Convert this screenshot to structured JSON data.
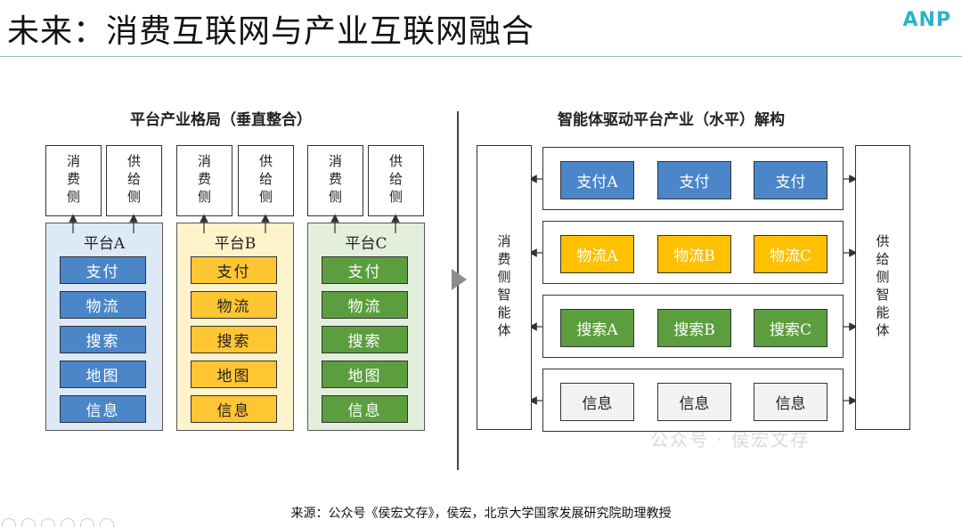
{
  "header": {
    "title": "未来：消费互联网与产业互联网融合",
    "logo_text": "ANP"
  },
  "left": {
    "title": "平台产业格局（垂直整合）",
    "platforms": [
      {
        "name": "平台A",
        "consumer_label": "消费侧",
        "supplier_label": "供给侧",
        "bg_color": "#dde9f6",
        "item_color": "#4a86c8",
        "text_color": "#ffffff",
        "items": [
          "支付",
          "物流",
          "搜索",
          "地图",
          "信息"
        ]
      },
      {
        "name": "平台B",
        "consumer_label": "消费侧",
        "supplier_label": "供给侧",
        "bg_color": "#fff3cc",
        "item_color": "#ffc634",
        "text_color": "#222222",
        "items": [
          "支付",
          "物流",
          "搜索",
          "地图",
          "信息"
        ]
      },
      {
        "name": "平台C",
        "consumer_label": "消费侧",
        "supplier_label": "供给侧",
        "bg_color": "#e3efdc",
        "item_color": "#5c9e3f",
        "text_color": "#ffffff",
        "items": [
          "支付",
          "物流",
          "搜索",
          "地图",
          "信息"
        ]
      }
    ]
  },
  "right": {
    "title": "智能体驱动平台产业（水平）解构",
    "consumer_agent": "消费侧智能体",
    "supplier_agent": "供给侧智能体",
    "rows": [
      {
        "items": [
          "支付A",
          "支付",
          "支付"
        ],
        "color": "#4a86c8",
        "text_color": "#ffffff"
      },
      {
        "items": [
          "物流A",
          "物流B",
          "物流C"
        ],
        "color": "#ffc000",
        "text_color": "#ffffff"
      },
      {
        "items": [
          "搜索A",
          "搜索B",
          "搜索C"
        ],
        "color": "#5c9e3f",
        "text_color": "#ffffff"
      },
      {
        "items": [
          "信息",
          "信息",
          "信息"
        ],
        "color": "#f2f2f2",
        "text_color": "#222222"
      }
    ]
  },
  "watermark": "公众号 · 侯宏文存",
  "source": "来源：公众号《侯宏文存》，侯宏，北京大学国家发展研究院助理教授"
}
